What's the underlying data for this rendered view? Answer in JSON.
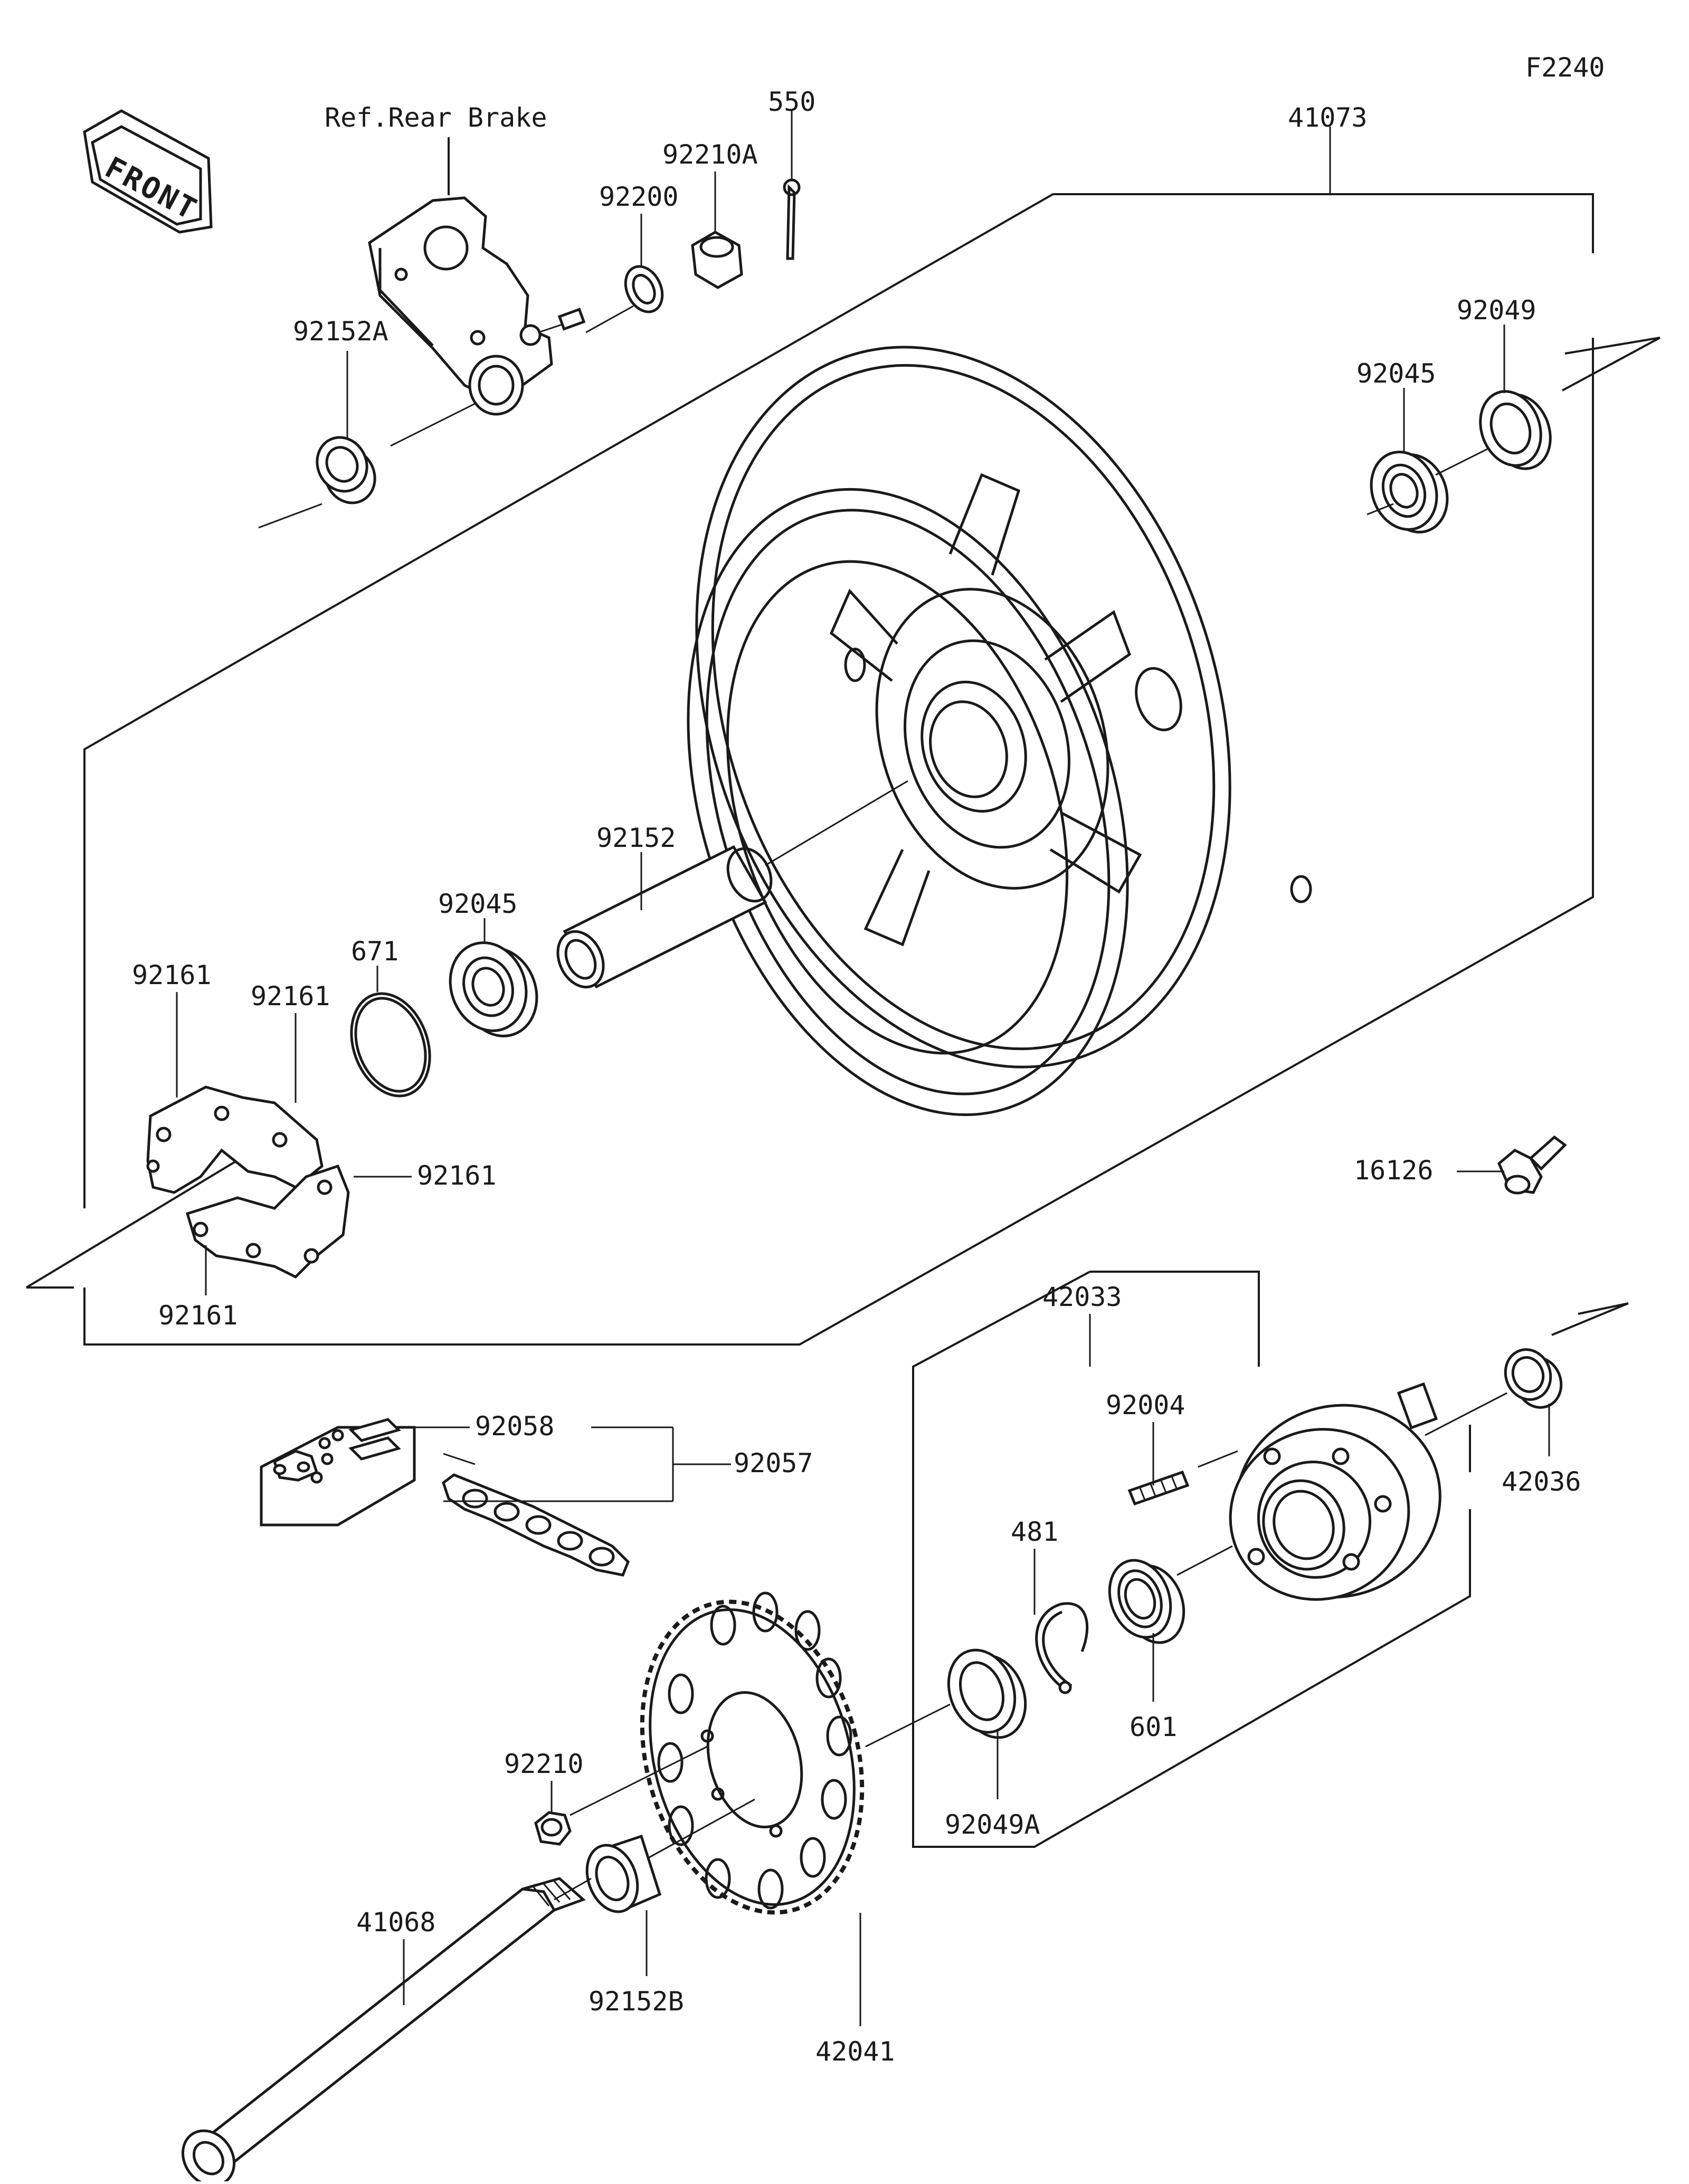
{
  "figure_code": "F2240",
  "front_label": "FRONT",
  "ref_label": "Ref.Rear Brake",
  "parts": [
    {
      "id": "p41073",
      "label": "41073"
    },
    {
      "id": "p550",
      "label": "550"
    },
    {
      "id": "p92210A",
      "label": "92210A"
    },
    {
      "id": "p92200",
      "label": "92200"
    },
    {
      "id": "p92152A",
      "label": "92152A"
    },
    {
      "id": "p92049_top",
      "label": "92049"
    },
    {
      "id": "p92045_top",
      "label": "92045"
    },
    {
      "id": "p92152",
      "label": "92152"
    },
    {
      "id": "p92045_mid",
      "label": "92045"
    },
    {
      "id": "p671",
      "label": "671"
    },
    {
      "id": "p92161_a",
      "label": "92161"
    },
    {
      "id": "p92161_b",
      "label": "92161"
    },
    {
      "id": "p92161_c",
      "label": "92161"
    },
    {
      "id": "p92161_d",
      "label": "92161"
    },
    {
      "id": "p16126",
      "label": "16126"
    },
    {
      "id": "p42033",
      "label": "42033"
    },
    {
      "id": "p92058",
      "label": "92058"
    },
    {
      "id": "p92057",
      "label": "92057"
    },
    {
      "id": "p92004",
      "label": "92004"
    },
    {
      "id": "p42036",
      "label": "42036"
    },
    {
      "id": "p481",
      "label": "481"
    },
    {
      "id": "p601",
      "label": "601"
    },
    {
      "id": "p92049A",
      "label": "92049A"
    },
    {
      "id": "p92210",
      "label": "92210"
    },
    {
      "id": "p41068",
      "label": "41068"
    },
    {
      "id": "p92152B",
      "label": "92152B"
    },
    {
      "id": "p42041",
      "label": "42041"
    }
  ]
}
